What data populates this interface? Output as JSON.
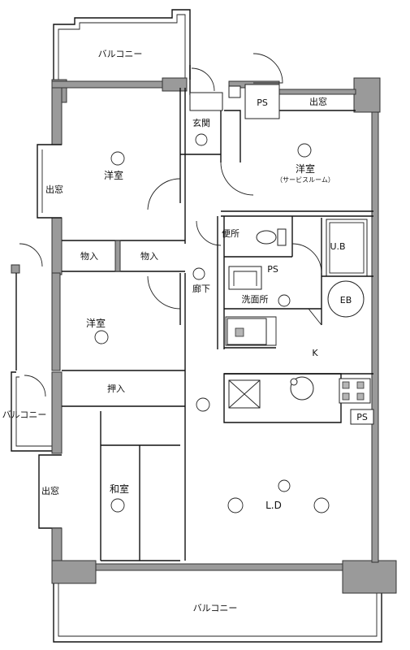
{
  "rooms": {
    "balcony_top": "バルコニー",
    "entrance": "玄関",
    "ps_top": "PS",
    "bay_window_top": "出窓",
    "western_room_nw": "洋室",
    "western_room_ne": "洋室",
    "service_room": "（サービスルーム）",
    "bay_window_left": "出窓",
    "storage_1": "物入",
    "storage_2": "物入",
    "toilet": "便所",
    "unit_bath": "U.B",
    "ps_mid": "PS",
    "corridor": "廊下",
    "washroom": "洗面所",
    "eb": "EB",
    "western_room_w": "洋室",
    "kitchen": "K",
    "closet": "押入",
    "balcony_left": "バルコニー",
    "ps_kitchen": "PS",
    "bay_window_sw": "出窓",
    "japanese_room": "和室",
    "living_dining": "L.D",
    "balcony_bottom": "バルコニー"
  },
  "colors": {
    "wall": "#9a9a9a",
    "line": "#111111",
    "background": "#ffffff"
  }
}
